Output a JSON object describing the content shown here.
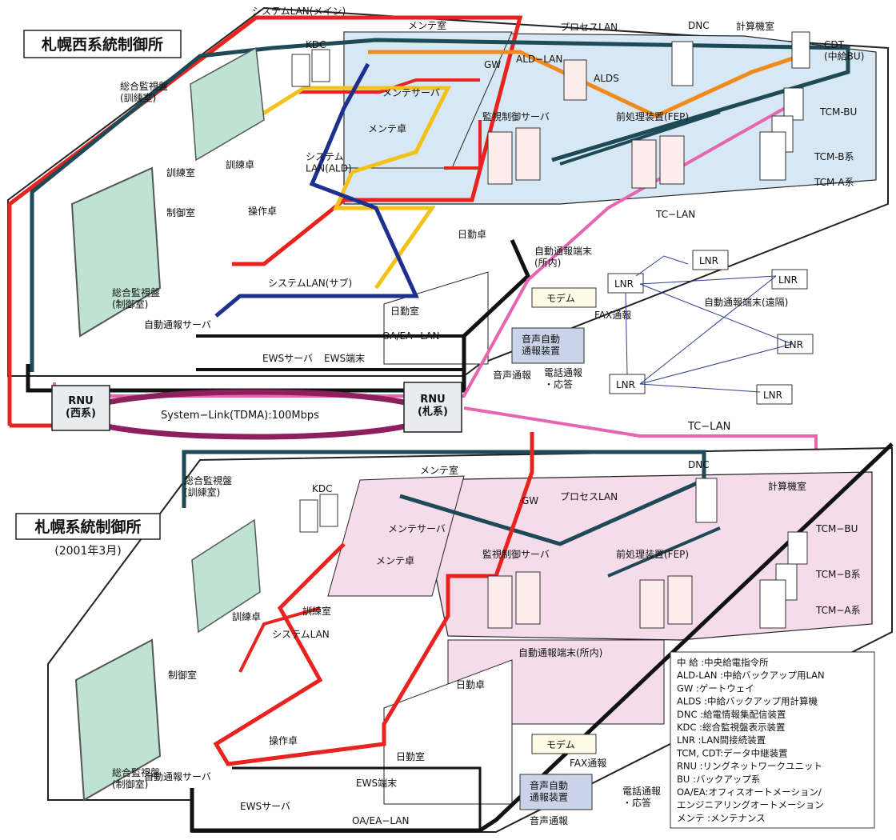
{
  "top_site": {
    "title": "札幌西系統制御所",
    "lan_main": "システムLAN(メイン)",
    "maint_room": "メンテ室",
    "process_lan": "プロセスLAN",
    "dnc": "DNC",
    "computer_room": "計算機室",
    "cdt": "CDT\n(中給BU)",
    "kdc": "KDC",
    "gw": "GW",
    "ald_lan": "ALD−LAN",
    "alds": "ALDS",
    "maint_server": "メンテサーバ",
    "maint_desk": "メンテ卓",
    "sup_server": "監視制御サーバ",
    "fep": "前処理装置(FEP)",
    "tcm_bu": "TCM-BU",
    "tcm_b": "TCM-B系",
    "tcm_a": "TCM-A系",
    "panel_training": "総合監視盤\n(訓練室)",
    "training_room": "訓練室",
    "training_desk": "訓練卓",
    "lan_ald": "システム\nLAN(ALD)",
    "control_room": "制御室",
    "op_desk": "操作卓",
    "duty_desk": "日勤卓",
    "panel_control": "総合監視盤\n(制御室)",
    "lan_sub": "システムLAN(サブ)",
    "tc_lan": "TC−LAN",
    "auto_term_in": "自動通報端末\n(所内)",
    "auto_server": "自動通報サーバ",
    "duty_room": "日勤室",
    "oa_lan": "OA/EA−LAN",
    "ews_server": "EWSサーバ",
    "ews_term": "EWS端末",
    "modem": "モデム",
    "fax": "FAX通報",
    "voice_sys": "音声自動\n通報装置",
    "voice_report": "音声通報",
    "phone_report": "電話通報\n・応答",
    "lnr": "LNR",
    "auto_term_remote": "自動通報端末(遠隔)"
  },
  "link": {
    "rnu_west": "RNU\n(西系)",
    "rnu_sapporo": "RNU\n(札系)",
    "label": "System−Link(TDMA):100Mbps",
    "tc_lan": "TC−LAN"
  },
  "bottom_site": {
    "title": "札幌系統制御所",
    "subtitle": "(2001年3月)",
    "panel_training": "総合監視盤\n(訓練室)",
    "kdc": "KDC",
    "maint_room": "メンテ室",
    "dnc": "DNC",
    "gw": "GW",
    "process_lan": "プロセスLAN",
    "computer_room": "計算機室",
    "maint_server": "メンテサーバ",
    "maint_desk": "メンテ卓",
    "sup_server": "監視制御サーバ",
    "fep": "前処理装置(FEP)",
    "tcm_bu": "TCM−BU",
    "tcm_b": "TCM−B系",
    "tcm_a": "TCM−A系",
    "training_room": "訓練室",
    "training_desk": "訓練卓",
    "system_lan": "システムLAN",
    "control_room": "制御室",
    "auto_term_in": "自動通報端末(所内)",
    "duty_desk": "日勤卓",
    "panel_control": "総合監視盤\n(制御室)",
    "op_desk": "操作卓",
    "duty_room": "日勤室",
    "auto_server": "自動通報サーバ",
    "ews_term": "EWS端末",
    "ews_server": "EWSサーバ",
    "modem": "モデム",
    "fax": "FAX通報",
    "voice_sys": "音声自動\n通報装置",
    "phone_report": "電話通報\n・応答",
    "voice_report": "音声通報",
    "oa_lan": "OA/EA−LAN"
  },
  "legend": [
    "中 給 :中央給電指令所",
    "ALD-LAN :中給バックアップ用LAN",
    "GW  :ゲートウェイ",
    "ALDS :中給バックアップ用計算機",
    "DNC :給電情報集配信装置",
    "KDC :総合監視盤表示装置",
    "LNR :LAN間接続装置",
    "TCM, CDT:データ中継装置",
    "RNU :リングネットワークユニット",
    "BU :バックアップ系",
    "OA/EA:オフィスオートメーション/",
    "     エンジニアリングオートメーション",
    "メンテ :メンテナンス"
  ],
  "colors": {
    "system_lan": "#e8231f",
    "process_lan": "#1e4a57",
    "ald_lan": "#f08a1c",
    "lan_ald": "#f2c21b",
    "lan_sub": "#1d2f8f",
    "tc_lan": "#e665b0",
    "system_link": "#8c1f5c",
    "oa_lan": "#111111",
    "blue_room": "#d7e8f4",
    "pink_room": "#f6dcea",
    "floor": "#ffffff"
  }
}
